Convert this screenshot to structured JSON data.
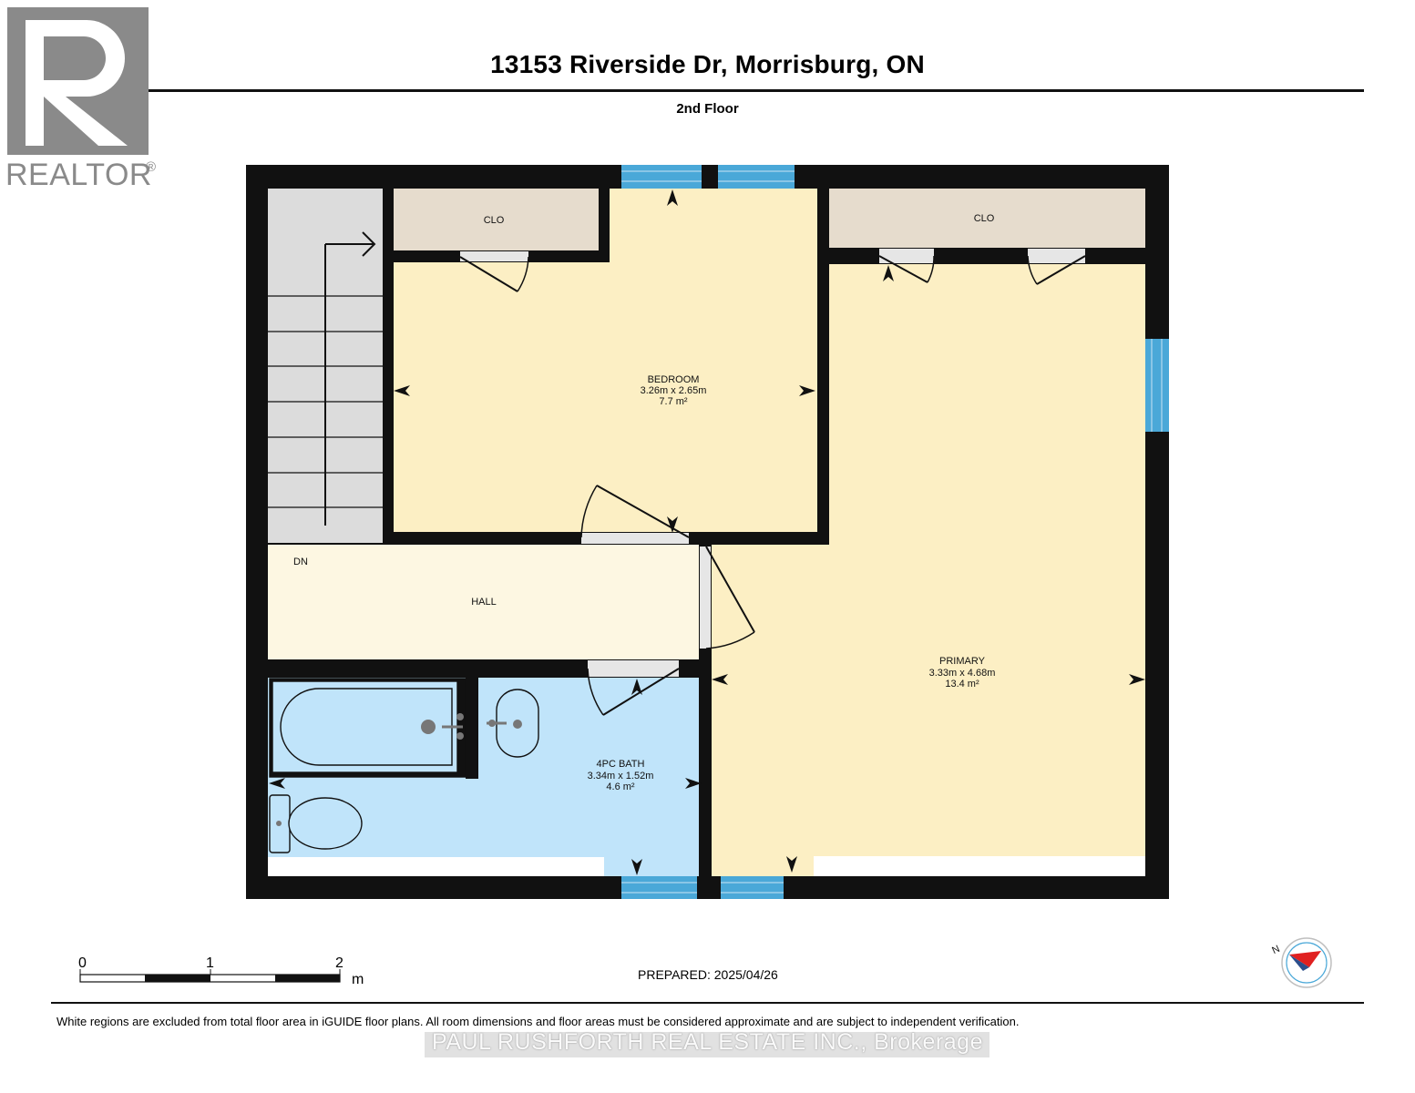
{
  "title": "13153 Riverside Dr, Morrisburg, ON",
  "floor": "2nd Floor",
  "logo": {
    "text": "REALTOR",
    "mark": "®",
    "color": "#8a8a8a"
  },
  "rooms": {
    "bedroom": {
      "name": "BEDROOM",
      "dims": "3.26m x 2.65m",
      "area": "7.7 m²"
    },
    "primary": {
      "name": "PRIMARY",
      "dims": "3.33m x 4.68m",
      "area": "13.4 m²"
    },
    "bath": {
      "name": "4PC BATH",
      "dims": "3.34m x 1.52m",
      "area": "4.6 m²"
    },
    "hall": {
      "name": "HALL"
    },
    "clo1": {
      "name": "CLO"
    },
    "clo2": {
      "name": "CLO"
    },
    "stairs": {
      "label": "DN"
    }
  },
  "colors": {
    "bedroom": "#fcefc4",
    "primary": "#fcefc4",
    "hall": "#fdf7e2",
    "bath": "#c0e4fa",
    "closet": "#e6dccd",
    "stairs": "#dcdcdc",
    "wall": "#111111",
    "window": "#4aa8d8"
  },
  "scale": {
    "labels": [
      "0",
      "1",
      "2"
    ],
    "unit": "m"
  },
  "prepared": "PREPARED: 2025/04/26",
  "disclaimer": "White regions are excluded from total floor area in iGUIDE floor plans. All room dimensions and floor areas must be considered approximate and are subject to independent verification.",
  "brokerage": "PAUL RUSHFORTH REAL ESTATE INC., Brokerage",
  "compass": {
    "label": "N",
    "icon": "compass-icon"
  }
}
